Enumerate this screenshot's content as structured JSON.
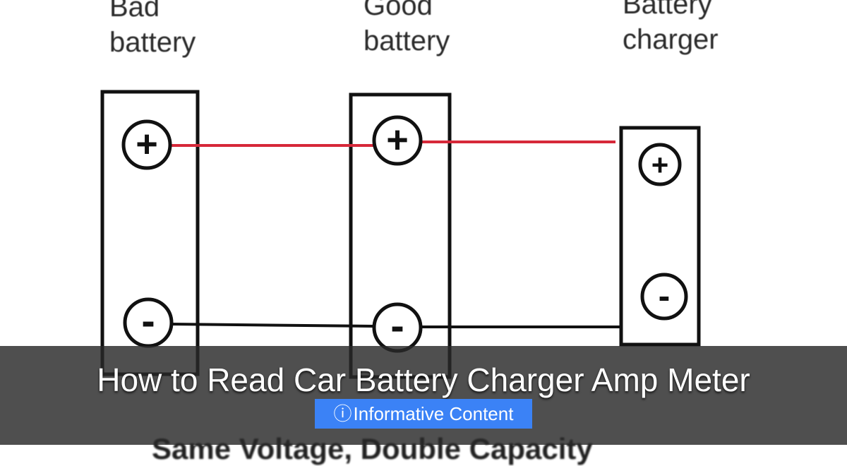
{
  "diagram": {
    "labels": {
      "bad_battery_line1": "Bad",
      "bad_battery_line2": "battery",
      "good_battery_line1": "Good",
      "good_battery_line2": "battery",
      "charger_line1": "Battery",
      "charger_line2": "charger"
    },
    "terminals": {
      "positive": "+",
      "negative": "-"
    },
    "bottom_caption": "Same Voltage, Double Capacity",
    "colors": {
      "positive_wire": "#d62839",
      "negative_wire": "#111111",
      "outline": "#111111"
    }
  },
  "overlay": {
    "title": "How to Read Car Battery Charger Amp Meter",
    "badge": {
      "icon": "info-icon",
      "label": "Informative Content"
    },
    "colors": {
      "bar": "#3a3a3a",
      "badge": "#3b82f6",
      "text": "#ffffff"
    }
  }
}
